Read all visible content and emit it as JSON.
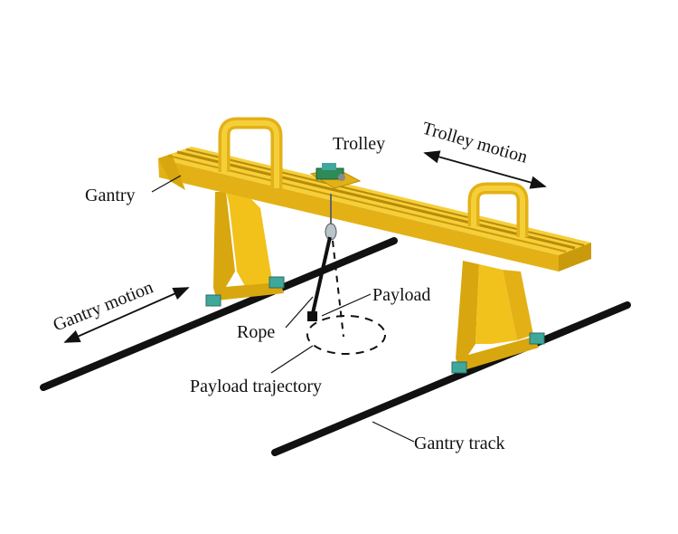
{
  "colors": {
    "crane": "#F2C21C",
    "crane_shade": "#D8A60E",
    "crane_dark": "#B88A08",
    "track": "#111111",
    "trolley": "#2E8B57",
    "wheel": "#3FA89A",
    "line": "#111111"
  },
  "labels": {
    "trolley": "Trolley",
    "trolley_motion": "Trolley motion",
    "gantry": "Gantry",
    "gantry_motion": "Gantry motion",
    "payload": "Payload",
    "rope": "Rope",
    "payload_trajectory": "Payload trajectory",
    "gantry_track": "Gantry track"
  }
}
